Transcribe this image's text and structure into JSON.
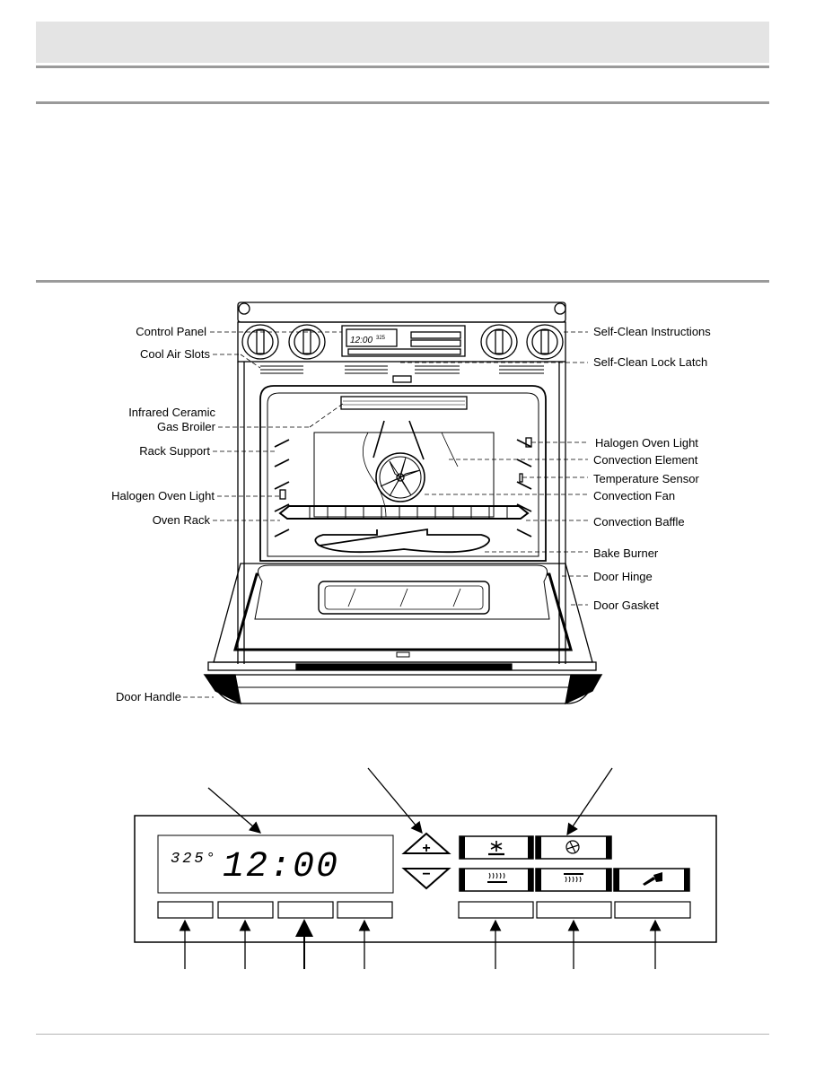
{
  "diagram": {
    "left_labels": [
      {
        "id": "control-panel",
        "text": "Control Panel"
      },
      {
        "id": "cool-air-slots",
        "text": "Cool  Air Slots"
      },
      {
        "id": "infrared-1",
        "text": "Infrared Ceramic"
      },
      {
        "id": "infrared-2",
        "text": "Gas Broiler"
      },
      {
        "id": "rack-support",
        "text": "Rack Support"
      },
      {
        "id": "halogen-left",
        "text": "Halogen Oven Light"
      },
      {
        "id": "oven-rack",
        "text": "Oven Rack"
      },
      {
        "id": "door-handle",
        "text": "Door Handle"
      }
    ],
    "right_labels": [
      {
        "id": "self-clean-instructions",
        "text": "Self-Clean Instructions"
      },
      {
        "id": "self-clean-lock-latch",
        "text": "Self-Clean Lock Latch"
      },
      {
        "id": "halogen-right",
        "text": "Halogen Oven Light"
      },
      {
        "id": "convection-element",
        "text": "Convection Element"
      },
      {
        "id": "temperature-sensor",
        "text": "Temperature Sensor"
      },
      {
        "id": "convection-fan",
        "text": "Convection Fan"
      },
      {
        "id": "convection-baffle",
        "text": "Convection Baffle"
      },
      {
        "id": "bake-burner",
        "text": "Bake Burner"
      },
      {
        "id": "door-hinge",
        "text": "Door Hinge"
      },
      {
        "id": "door-gasket",
        "text": "Door Gasket"
      }
    ],
    "mini_display": "12:00",
    "mini_display_small": "325"
  },
  "control_panel": {
    "temp_readout": "325°",
    "clock_readout": "12:00",
    "up_symbol": "+",
    "down_symbol": "−"
  },
  "icons": {
    "bake": "snowflake-icon",
    "convection": "fan-icon",
    "broil_low": "broil-heat-icon",
    "broil_high": "broil-element-icon",
    "clean": "brush-icon"
  }
}
